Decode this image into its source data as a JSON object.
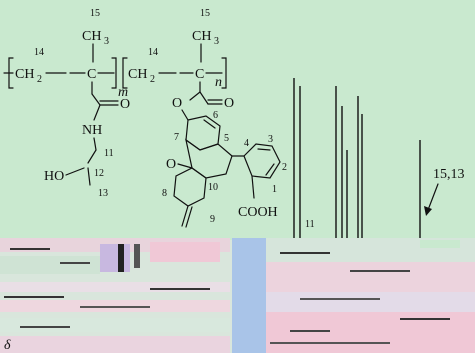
{
  "structure": {
    "num_14": "14",
    "num_15": "15",
    "ch2": "CH",
    "sub2": "2",
    "ch3": "CH",
    "sub3": "3",
    "c": "C",
    "m": "m",
    "n": "n",
    "o": "O",
    "nh": "NH",
    "ho": "HO",
    "cooh": "COOH",
    "pos_1": "1",
    "pos_2": "2",
    "pos_3": "3",
    "pos_4": "4",
    "pos_5": "5",
    "pos_6": "6",
    "pos_7": "7",
    "pos_8": "8",
    "pos_9": "9",
    "pos_10": "10",
    "pos_11": "11",
    "pos_12": "12",
    "pos_13": "13"
  },
  "spectrum": {
    "peak_label_15_13": "15,13",
    "peak_label_11": "11",
    "axis_symbol": "δ"
  },
  "colors": {
    "background": "#c9e9cf",
    "ink": "#111111",
    "glitch_blue": "#a9c4e8",
    "glitch_pink": "#f0c8d6",
    "glitch_purple": "#c8b8e0"
  }
}
